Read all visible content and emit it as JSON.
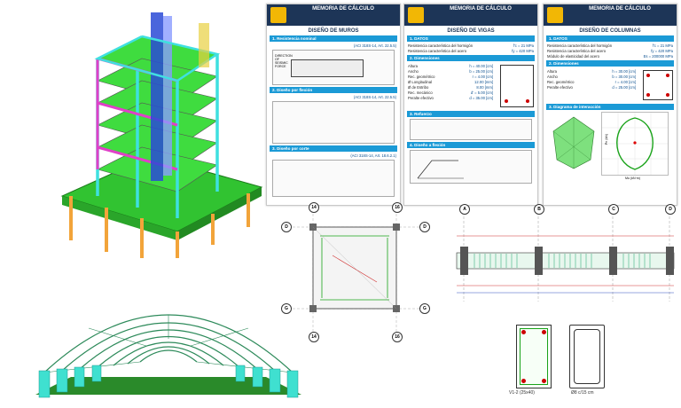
{
  "sheets": [
    {
      "header_title": "MEMORIA DE CÁLCULO",
      "section_main": "DISEÑO DE MUROS",
      "sections": [
        "1. Resistencia nominal",
        "2. Diseño por flexión",
        "3. Diseño por corte"
      ],
      "refs": [
        "(ACI 318S-14, Art. 22.5.5)",
        "(ACI 318S-14, Art. 22.5.5)",
        "(ACI 318S-14, Art. 18.6.2.1)"
      ],
      "label_direction": "DIRECTION OF SEISMIC FORCE"
    },
    {
      "header_title": "MEMORIA DE CÁLCULO",
      "section_main": "DISEÑO DE VIGAS",
      "sections": [
        "1. DATOS",
        "2. Dimensiones",
        "3. Refuerzo",
        "4. Diseño a flexión"
      ],
      "rows": [
        {
          "k": "Resistencia característica del hormigón",
          "v": "f'c = 21 MPa"
        },
        {
          "k": "Resistencia característica del acero",
          "v": "fy = 420 MPa"
        },
        {
          "k": "Altura",
          "v": "h = 40.00 [cm]"
        },
        {
          "k": "Ancho",
          "v": "b = 25.00 [cm]"
        },
        {
          "k": "Rec. geométrico",
          "v": "r = 4.00 [cm]"
        },
        {
          "k": "Ø Longitudinal",
          "v": "12.00 [mm]"
        },
        {
          "k": "Ø de Estribo",
          "v": "8.00 [mm]"
        },
        {
          "k": "Rec. mecánico",
          "v": "d' = 5.00 [cm]"
        },
        {
          "k": "Peralte efectivo",
          "v": "d = 35.00 [cm]"
        }
      ]
    },
    {
      "header_title": "MEMORIA DE CÁLCULO",
      "section_main": "DISEÑO DE COLUMNAS",
      "sections": [
        "1. DATOS",
        "2. Dimensiones",
        "3. Diagrama de interacción"
      ],
      "rows": [
        {
          "k": "Resistencia característica del hormigón",
          "v": "f'c = 21 MPa"
        },
        {
          "k": "Resistencia característica del acero",
          "v": "fy = 420 MPa"
        },
        {
          "k": "Módulo de elasticidad del acero",
          "v": "Es = 200000 MPa"
        },
        {
          "k": "Altura",
          "v": "h = 30.00 [cm]"
        },
        {
          "k": "Ancho",
          "v": "b = 30.00 [cm]"
        },
        {
          "k": "Rec. geométrico",
          "v": "r = 4.00 [cm]"
        },
        {
          "k": "Peralte efectivo",
          "v": "d = 25.00 [cm]"
        }
      ],
      "chart_axis_y": "Pn (kN)",
      "chart_axis_x": "Mu (kN·m)"
    }
  ],
  "plan": {
    "grid_top": [
      "14",
      "16"
    ],
    "grid_bottom": [
      "14",
      "16"
    ],
    "grid_side_top": "D",
    "grid_side_bottom": "G"
  },
  "elevation": {
    "grid_labels": [
      "A",
      "B",
      "C",
      "D"
    ]
  },
  "section": {
    "label_left": "V1-2 (25x40)",
    "label_right": "Ø8 c/15 cm"
  },
  "colors": {
    "navy": "#1d3557",
    "accent": "#1b9ad6",
    "slab_green": "#3fdc3f",
    "column_cyan": "#3fe0e0",
    "beam_magenta": "#e040c8"
  }
}
